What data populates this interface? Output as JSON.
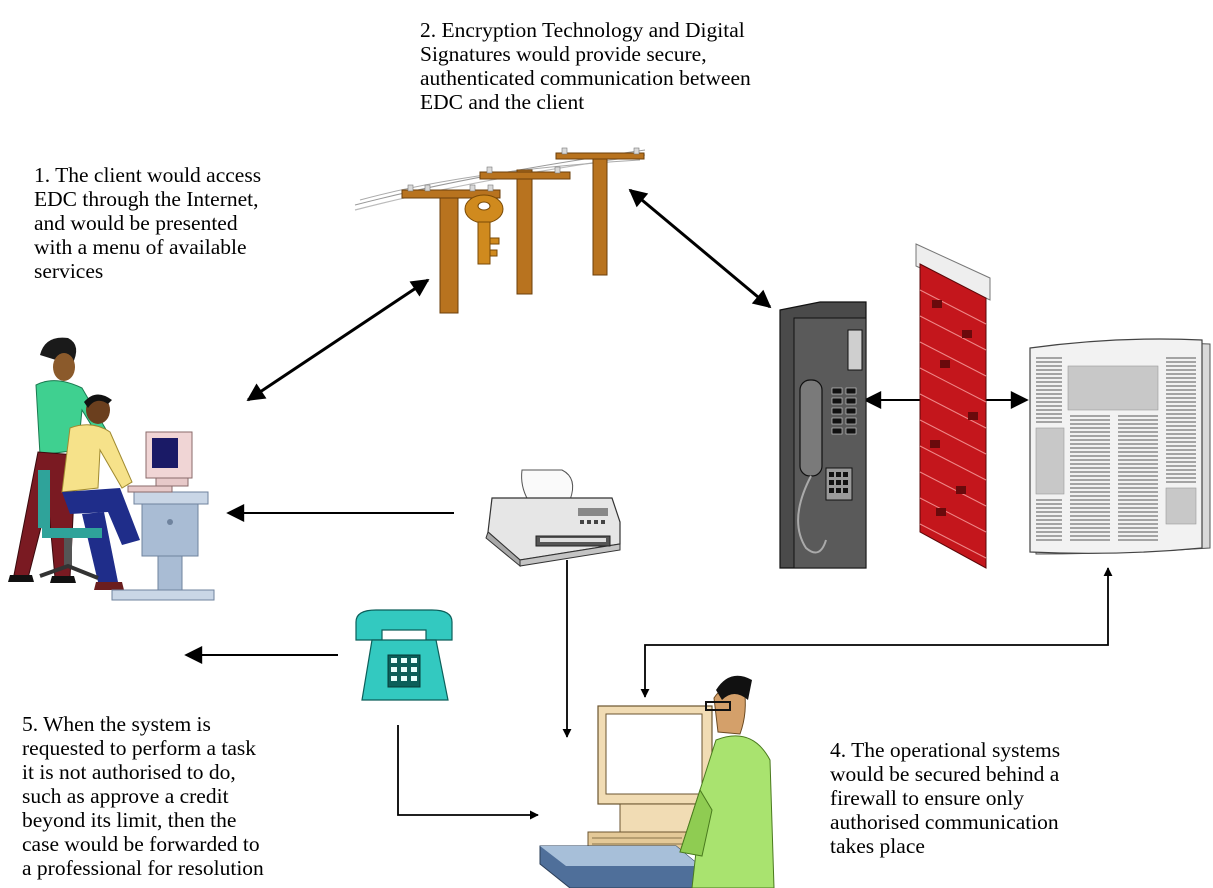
{
  "notes": {
    "access": "1. The client would access\nEDC through the Internet,\nand would be presented\nwith a menu of available\nservices",
    "encryption": "2. Encryption Technology and Digital\nSignatures would provide secure,\nauthenticated communication between\nEDC and the client",
    "firewall": "4. The operational systems\nwould be secured behind a\nfirewall to ensure only\nauthorised communication\ntakes place",
    "escalation": "5. When the system is\nrequested to perform a task\nit is not authorised to do,\nsuch as approve a credit\nbeyond its limit, then the\ncase would be forwarded to\na professional for resolution"
  },
  "nodes": [
    {
      "id": "client",
      "icon": "client-office-workers-icon"
    },
    {
      "id": "internet",
      "icon": "telephone-poles-with-key-icon"
    },
    {
      "id": "payphone",
      "icon": "payphone-terminal-icon"
    },
    {
      "id": "firewall",
      "icon": "brick-firewall-icon"
    },
    {
      "id": "systems",
      "icon": "operational-systems-document-icon"
    },
    {
      "id": "fax",
      "icon": "fax-machine-icon"
    },
    {
      "id": "phone",
      "icon": "desk-telephone-icon"
    },
    {
      "id": "professional",
      "icon": "professional-at-computer-icon"
    }
  ],
  "connections": [
    {
      "from": "client",
      "to": "internet",
      "direction": "both"
    },
    {
      "from": "internet",
      "to": "payphone",
      "direction": "both"
    },
    {
      "from": "payphone",
      "to": "firewall",
      "direction": "both"
    },
    {
      "from": "firewall",
      "to": "systems",
      "direction": "forward"
    },
    {
      "from": "fax",
      "to": "client",
      "direction": "forward"
    },
    {
      "from": "phone",
      "to": "client",
      "direction": "forward"
    },
    {
      "from": "fax",
      "to": "professional",
      "direction": "forward"
    },
    {
      "from": "phone",
      "to": "professional",
      "direction": "forward"
    },
    {
      "from": "professional",
      "to": "systems",
      "direction": "both"
    }
  ]
}
